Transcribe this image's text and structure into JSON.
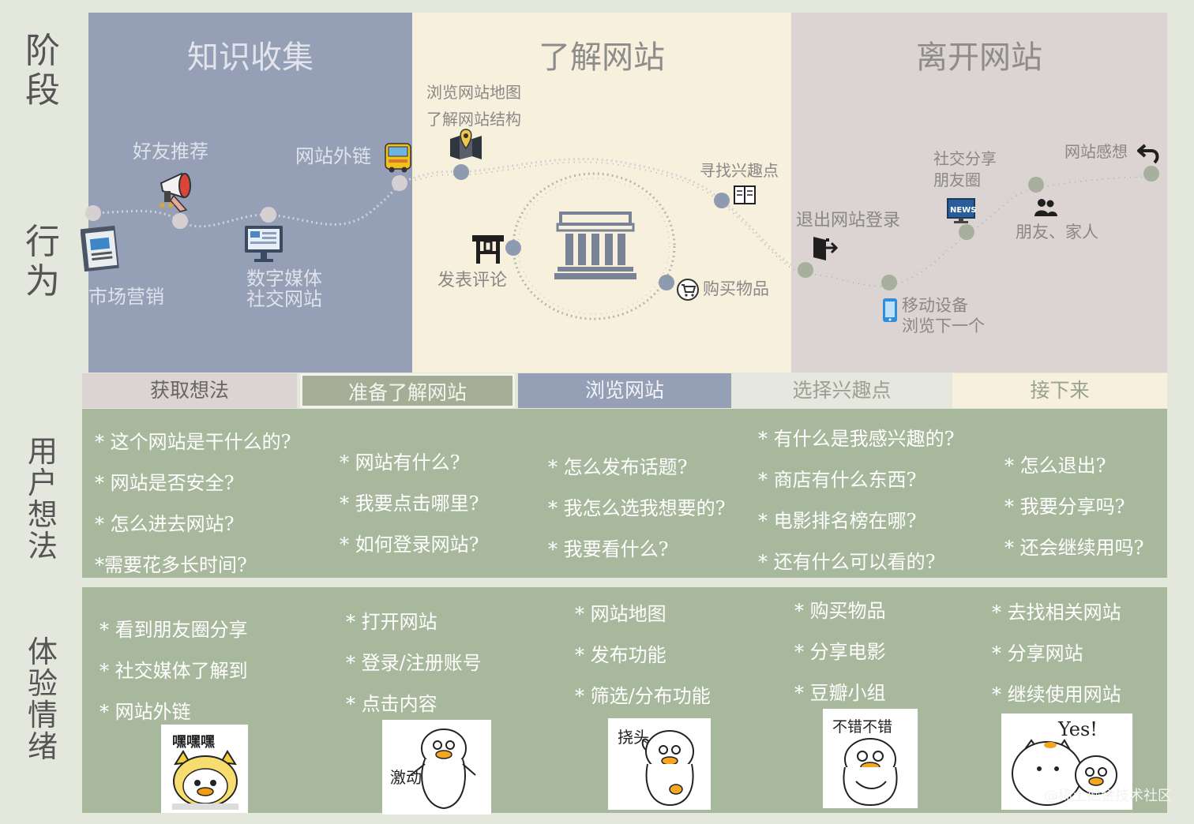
{
  "rows": {
    "stage": "阶段",
    "behavior": "行为",
    "thoughts": "用户想法",
    "emotion": "体验情绪"
  },
  "stages": [
    {
      "title": "知识收集"
    },
    {
      "title": "了解网站"
    },
    {
      "title": "离开网站"
    }
  ],
  "behaviors": {
    "market": "市场营销",
    "friend": "好友推荐",
    "media": [
      "数字媒体",
      "社交网站"
    ],
    "outlink": "网站外链",
    "sitemap": [
      "浏览网站地图",
      "了解网站结构"
    ],
    "comment": "发表评论",
    "interest": "寻找兴趣点",
    "buy": "购买物品",
    "logout": "退出网站登录",
    "mobile": [
      "移动设备",
      "浏览下一个"
    ],
    "share": [
      "社交分享",
      "朋友圈"
    ],
    "feeling": "网站感想",
    "family": "朋友、家人"
  },
  "phases": [
    "获取想法",
    "准备了解网站",
    "浏览网站",
    "选择兴趣点",
    "接下来"
  ],
  "thoughts": [
    [
      "* 这个网站是干什么的?",
      "* 网站是否安全?",
      "* 怎么进去网站?",
      "*需要花多长时间?"
    ],
    [
      "*  网站有什么?",
      "* 我要点击哪里?",
      "* 如何登录网站?"
    ],
    [
      "* 怎么发布话题?",
      "* 我怎么选我想要的?",
      "* 我要看什么?"
    ],
    [
      "* 有什么是我感兴趣的?",
      "* 商店有什么东西?",
      "* 电影排名榜在哪?",
      "* 还有什么可以看的?"
    ],
    [
      "* 怎么退出?",
      "* 我要分享吗?",
      "* 还会继续用吗?"
    ]
  ],
  "emotions": [
    [
      "* 看到朋友圈分享",
      "* 社交媒体了解到",
      "* 网站外链"
    ],
    [
      "*  打开网站",
      "* 登录/注册账号",
      "* 点击内容"
    ],
    [
      "* 网站地图",
      "* 发布功能",
      "* 筛选/分布功能"
    ],
    [
      "* 购买物品",
      "* 分享电影",
      "* 豆瓣小组"
    ],
    [
      "* 去找相关网站",
      "* 分享网站",
      "* 继续使用网站"
    ]
  ],
  "stickers": [
    "嘿嘿嘿",
    "激动",
    "挠头",
    "不错不错",
    "Yes!"
  ],
  "icons": {
    "market": "newspaper-icon",
    "friend": "megaphone-icon",
    "media": "monitor-icon",
    "outlink": "bus-icon",
    "sitemap": "map-pin-icon",
    "comment": "stool-icon",
    "center": "museum-icon",
    "interest": "book-icon",
    "buy": "cart-icon",
    "logout": "exit-door-icon",
    "mobile": "phone-icon",
    "share": "news-screen-icon",
    "family": "people-icon",
    "feeling": "return-arrow-icon"
  },
  "watermark": "@稀土掘金技术社区",
  "colors": {
    "stage1": "#959fb6",
    "stage2": "#f7f0dc",
    "stage3": "#dcd3d3",
    "band": "#a7b89c"
  }
}
